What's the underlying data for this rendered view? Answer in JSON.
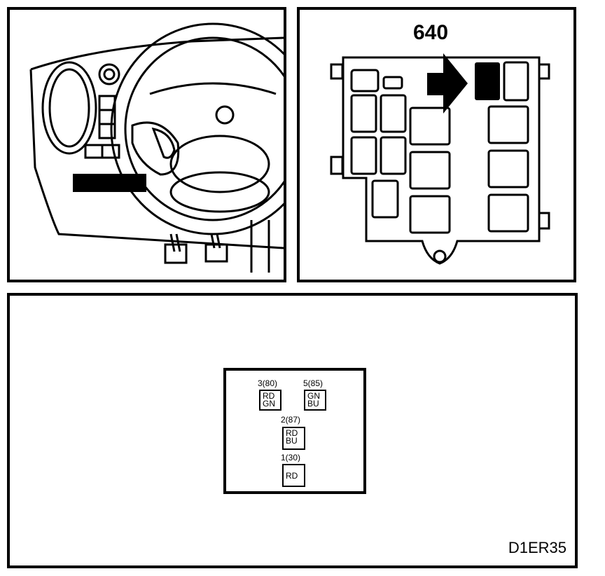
{
  "fuse_box": {
    "relay_number": "640"
  },
  "connector": {
    "pins": [
      {
        "label": "3(80)",
        "colors": [
          "RD",
          "GN"
        ]
      },
      {
        "label": "5(85)",
        "colors": [
          "GN",
          "BU"
        ]
      },
      {
        "label": "2(87)",
        "colors": [
          "RD",
          "BU"
        ]
      },
      {
        "label": "1(30)",
        "colors": [
          "RD"
        ]
      }
    ]
  },
  "drawing_code": "D1ER35"
}
